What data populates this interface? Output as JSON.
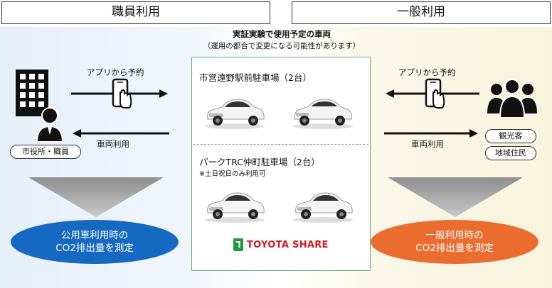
{
  "headers": {
    "left": "職員利用",
    "right": "一般利用"
  },
  "center": {
    "title": "実証実験で使用予定の車両",
    "subtitle": "（運用の都合で変更になる可能性があります）",
    "lot1": {
      "name": "市営遠野駅前駐車場（2台）"
    },
    "lot2": {
      "name": "パークTRC仲町駐車場（2台）",
      "note": "※土日祝日のみ利用可"
    },
    "logo_text": "TOYOTA SHARE"
  },
  "left": {
    "reserve_label": "アプリから予約",
    "use_label": "車両利用",
    "user_label": "市役所・職員",
    "result_line1": "公用車利用時の",
    "result_line2": "CO2排出量を測定"
  },
  "right": {
    "reserve_label": "アプリから予約",
    "use_label": "車両利用",
    "user_label1": "観光客",
    "user_label2": "地域住民",
    "result_line1": "一般利用時の",
    "result_line2": "CO2排出量を測定"
  },
  "colors": {
    "blue": "#1669c3",
    "orange": "#ea6c2f",
    "green": "#5cae72",
    "toyota_red": "#d71920"
  }
}
